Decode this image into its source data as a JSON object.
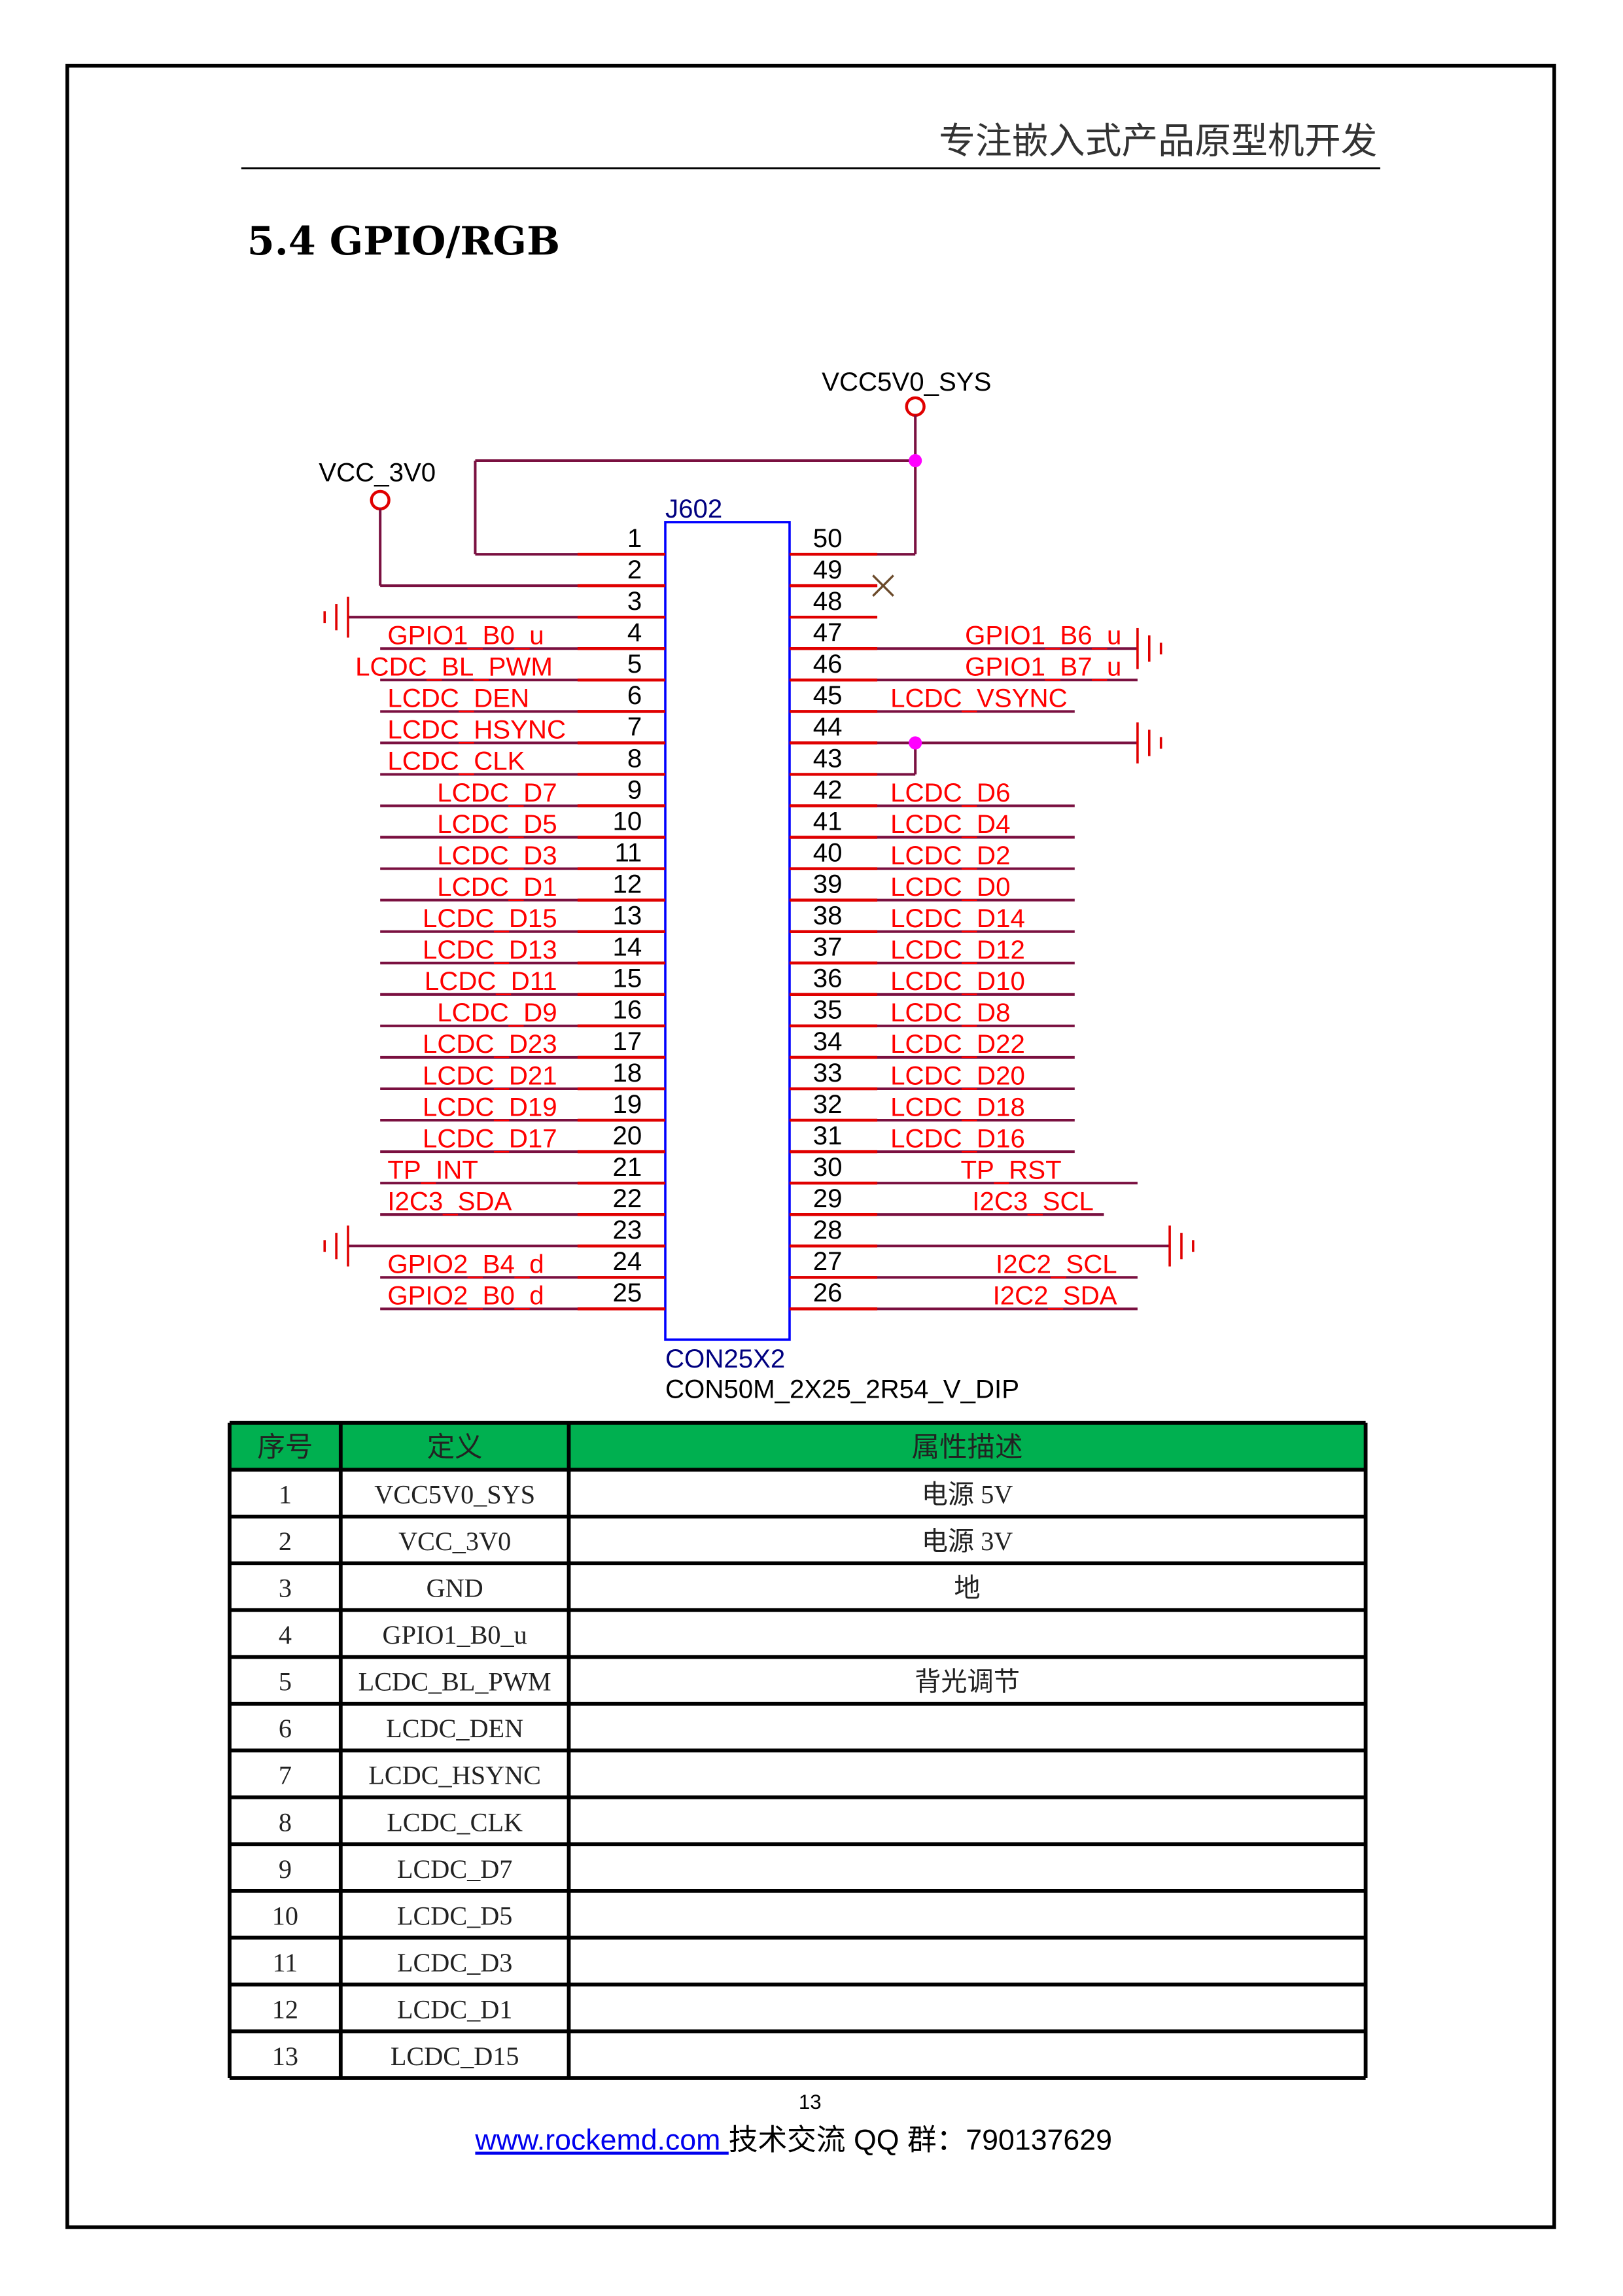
{
  "header": {
    "slogan": "专注嵌入式产品原型机开发"
  },
  "section_title": "5.4 GPIO/RGB",
  "schematic": {
    "ref": "J602",
    "part": "CON25X2",
    "footprint": "CON50M_2X25_2R54_V_DIP",
    "power_5v": "VCC5V0_SYS",
    "power_3v": "VCC_3V0",
    "left_pins": [
      {
        "pin": "1",
        "net": ""
      },
      {
        "pin": "2",
        "net": ""
      },
      {
        "pin": "3",
        "net": ""
      },
      {
        "pin": "4",
        "net": "GPIO1_B0_u"
      },
      {
        "pin": "5",
        "net": "LCDC_BL_PWM"
      },
      {
        "pin": "6",
        "net": "LCDC_DEN"
      },
      {
        "pin": "7",
        "net": "LCDC_HSYNC"
      },
      {
        "pin": "8",
        "net": "LCDC_CLK"
      },
      {
        "pin": "9",
        "net": "LCDC_D7"
      },
      {
        "pin": "10",
        "net": "LCDC_D5"
      },
      {
        "pin": "11",
        "net": "LCDC_D3"
      },
      {
        "pin": "12",
        "net": "LCDC_D1"
      },
      {
        "pin": "13",
        "net": "LCDC_D15"
      },
      {
        "pin": "14",
        "net": "LCDC_D13"
      },
      {
        "pin": "15",
        "net": "LCDC_D11"
      },
      {
        "pin": "16",
        "net": "LCDC_D9"
      },
      {
        "pin": "17",
        "net": "LCDC_D23"
      },
      {
        "pin": "18",
        "net": "LCDC_D21"
      },
      {
        "pin": "19",
        "net": "LCDC_D19"
      },
      {
        "pin": "20",
        "net": "LCDC_D17"
      },
      {
        "pin": "21",
        "net": "TP_INT"
      },
      {
        "pin": "22",
        "net": "I2C3_SDA"
      },
      {
        "pin": "23",
        "net": ""
      },
      {
        "pin": "24",
        "net": "GPIO2_B4_d"
      },
      {
        "pin": "25",
        "net": "GPIO2_B0_d"
      }
    ],
    "right_pins": [
      {
        "pin": "50",
        "net": ""
      },
      {
        "pin": "49",
        "net": ""
      },
      {
        "pin": "48",
        "net": ""
      },
      {
        "pin": "47",
        "net": "GPIO1_B6_u"
      },
      {
        "pin": "46",
        "net": "GPIO1_B7_u"
      },
      {
        "pin": "45",
        "net": "LCDC_VSYNC"
      },
      {
        "pin": "44",
        "net": ""
      },
      {
        "pin": "43",
        "net": ""
      },
      {
        "pin": "42",
        "net": "LCDC_D6"
      },
      {
        "pin": "41",
        "net": "LCDC_D4"
      },
      {
        "pin": "40",
        "net": "LCDC_D2"
      },
      {
        "pin": "39",
        "net": "LCDC_D0"
      },
      {
        "pin": "38",
        "net": "LCDC_D14"
      },
      {
        "pin": "37",
        "net": "LCDC_D12"
      },
      {
        "pin": "36",
        "net": "LCDC_D10"
      },
      {
        "pin": "35",
        "net": "LCDC_D8"
      },
      {
        "pin": "34",
        "net": "LCDC_D22"
      },
      {
        "pin": "33",
        "net": "LCDC_D20"
      },
      {
        "pin": "32",
        "net": "LCDC_D18"
      },
      {
        "pin": "31",
        "net": "LCDC_D16"
      },
      {
        "pin": "30",
        "net": "TP_RST"
      },
      {
        "pin": "29",
        "net": "I2C3_SCL"
      },
      {
        "pin": "28",
        "net": ""
      },
      {
        "pin": "27",
        "net": "I2C2_SCL"
      },
      {
        "pin": "26",
        "net": "I2C2_SDA"
      }
    ],
    "colors": {
      "wire": "#7a1040",
      "pin": "#e00000",
      "label": "#ff0000",
      "body": "#0000ff",
      "junction": "#ff00ff",
      "text": "#000000",
      "ref": "#000080"
    }
  },
  "table": {
    "header_color": "#00b050",
    "headers": [
      "序号",
      "定义",
      "属性描述"
    ],
    "rows": [
      [
        "1",
        "VCC5V0_SYS",
        "电源 5V"
      ],
      [
        "2",
        "VCC_3V0",
        "电源 3V"
      ],
      [
        "3",
        "GND",
        "地"
      ],
      [
        "4",
        "GPIO1_B0_u",
        ""
      ],
      [
        "5",
        "LCDC_BL_PWM",
        "背光调节"
      ],
      [
        "6",
        "LCDC_DEN",
        ""
      ],
      [
        "7",
        "LCDC_HSYNC",
        ""
      ],
      [
        "8",
        "LCDC_CLK",
        ""
      ],
      [
        "9",
        "LCDC_D7",
        ""
      ],
      [
        "10",
        "LCDC_D5",
        ""
      ],
      [
        "11",
        "LCDC_D3",
        ""
      ],
      [
        "12",
        "LCDC_D1",
        ""
      ],
      [
        "13",
        "LCDC_D15",
        ""
      ]
    ]
  },
  "footer": {
    "page_number": "13",
    "link": "www.rockemd.com ",
    "text": "技术交流 QQ 群：790137629"
  }
}
